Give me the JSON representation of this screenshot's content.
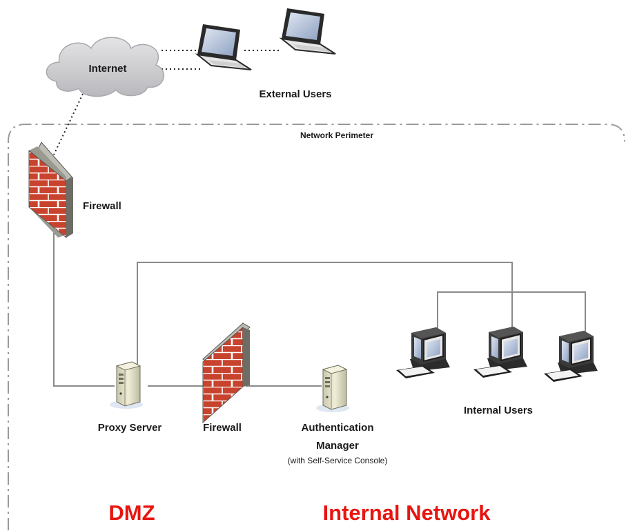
{
  "labels": {
    "internet": "Internet",
    "external_users": "External Users",
    "network_perimeter": "Network Perimeter",
    "firewall_outer": "Firewall",
    "proxy_server": "Proxy Server",
    "firewall_inner": "Firewall",
    "auth_manager_line1": "Authentication",
    "auth_manager_line2": "Manager",
    "auth_manager_note": "(with Self-Service Console)",
    "internal_users": "Internal Users"
  },
  "zones": {
    "dmz": "DMZ",
    "internal_network": "Internal Network"
  },
  "colors": {
    "zone_label": "#e8150f",
    "brick": "#c8432e",
    "mortar": "#ffffff",
    "cloud": "#c9c9cc",
    "line": "#8a8a8a",
    "perimeter": "#9a9a9a",
    "server_body": "#e4e2c8",
    "screen": "#b8c6dc"
  },
  "icons": {
    "internet": "cloud-icon",
    "external_users": "laptop-icon",
    "firewall": "brick-wall-icon",
    "proxy_server": "server-tower-icon",
    "auth_manager": "server-tower-icon",
    "internal_users": "desktop-computer-icon"
  }
}
